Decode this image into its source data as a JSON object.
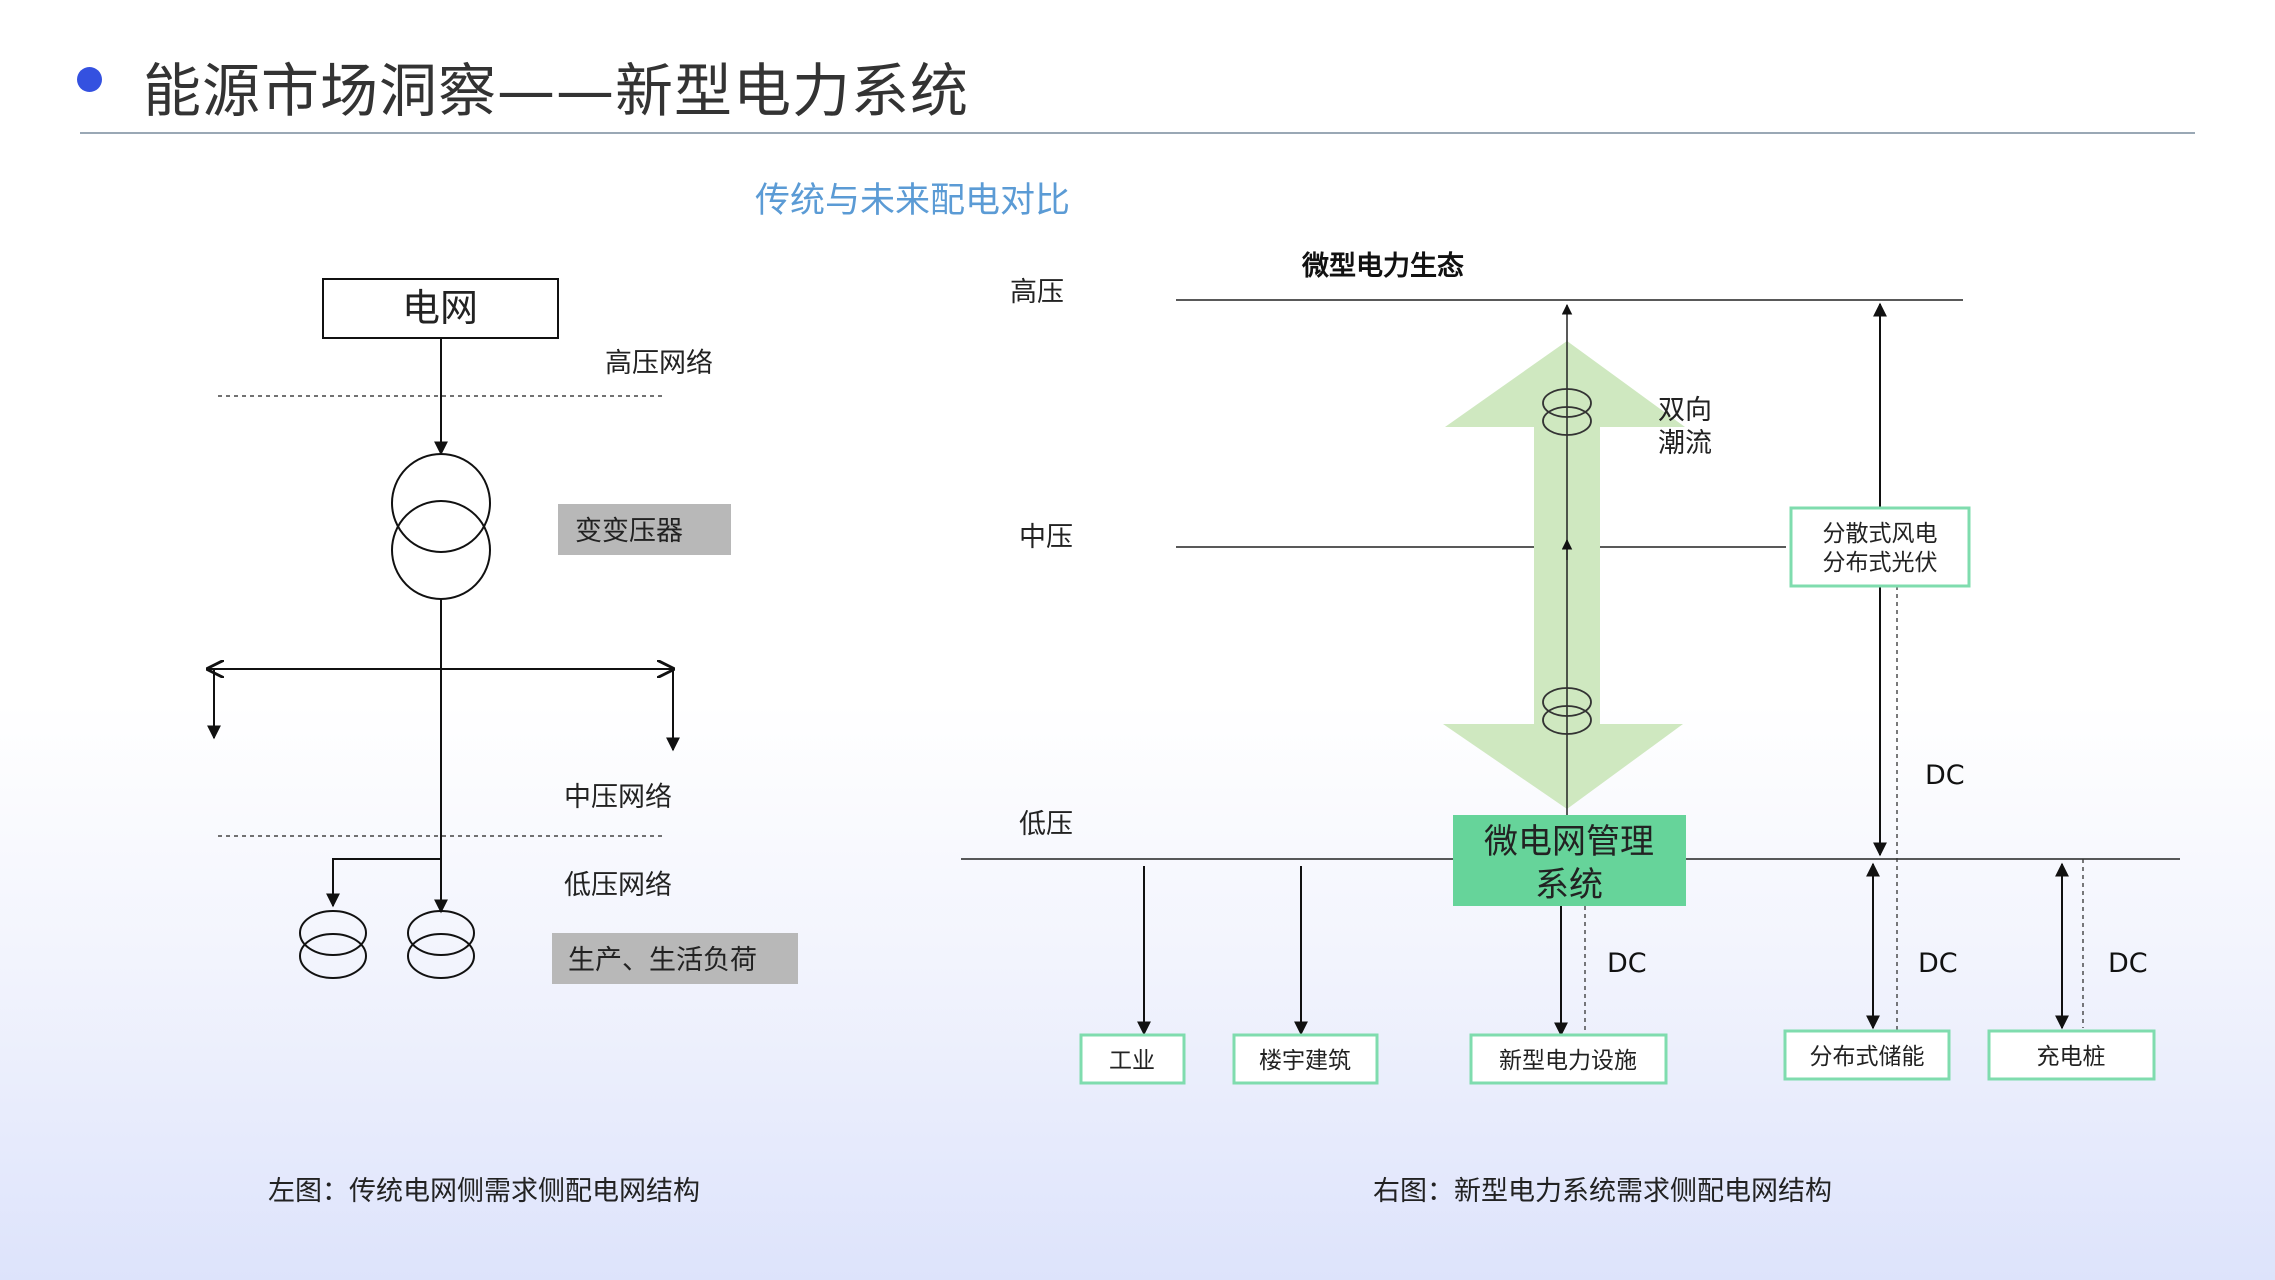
{
  "header": {
    "title": "能源市场洞察——新型电力系统",
    "bullet_color": "#3451e0"
  },
  "diagram_title": "传统与未来配电对比",
  "left": {
    "grid_box": "电网",
    "high_network": "高压网络",
    "transformer": "变变压器",
    "mid_network": "中压网络",
    "low_network": "低压网络",
    "load": "生产、生活负荷",
    "caption": "左图：传统电网侧需求侧配电网结构"
  },
  "right": {
    "ecosystem_title": "微型电力生态",
    "level_high": "高压",
    "level_mid": "中压",
    "level_low": "低压",
    "bidirectional": [
      "双向",
      "潮流"
    ],
    "distributed_gen": [
      "分散式风电",
      "分布式光伏"
    ],
    "mgms": [
      "微电网管理",
      "系统"
    ],
    "dc_labels": [
      "DC",
      "DC",
      "DC",
      "DC"
    ],
    "sinks": [
      "工业",
      "楼宇建筑",
      "新型电力设施",
      "分布式储能",
      "充电桩"
    ],
    "caption": "右图：新型电力系统需求侧配电网结构",
    "colors": {
      "arrow_fill": "#cfe8c0",
      "mgms_fill": "#66d49a",
      "box_border": "#7fdcae"
    }
  }
}
